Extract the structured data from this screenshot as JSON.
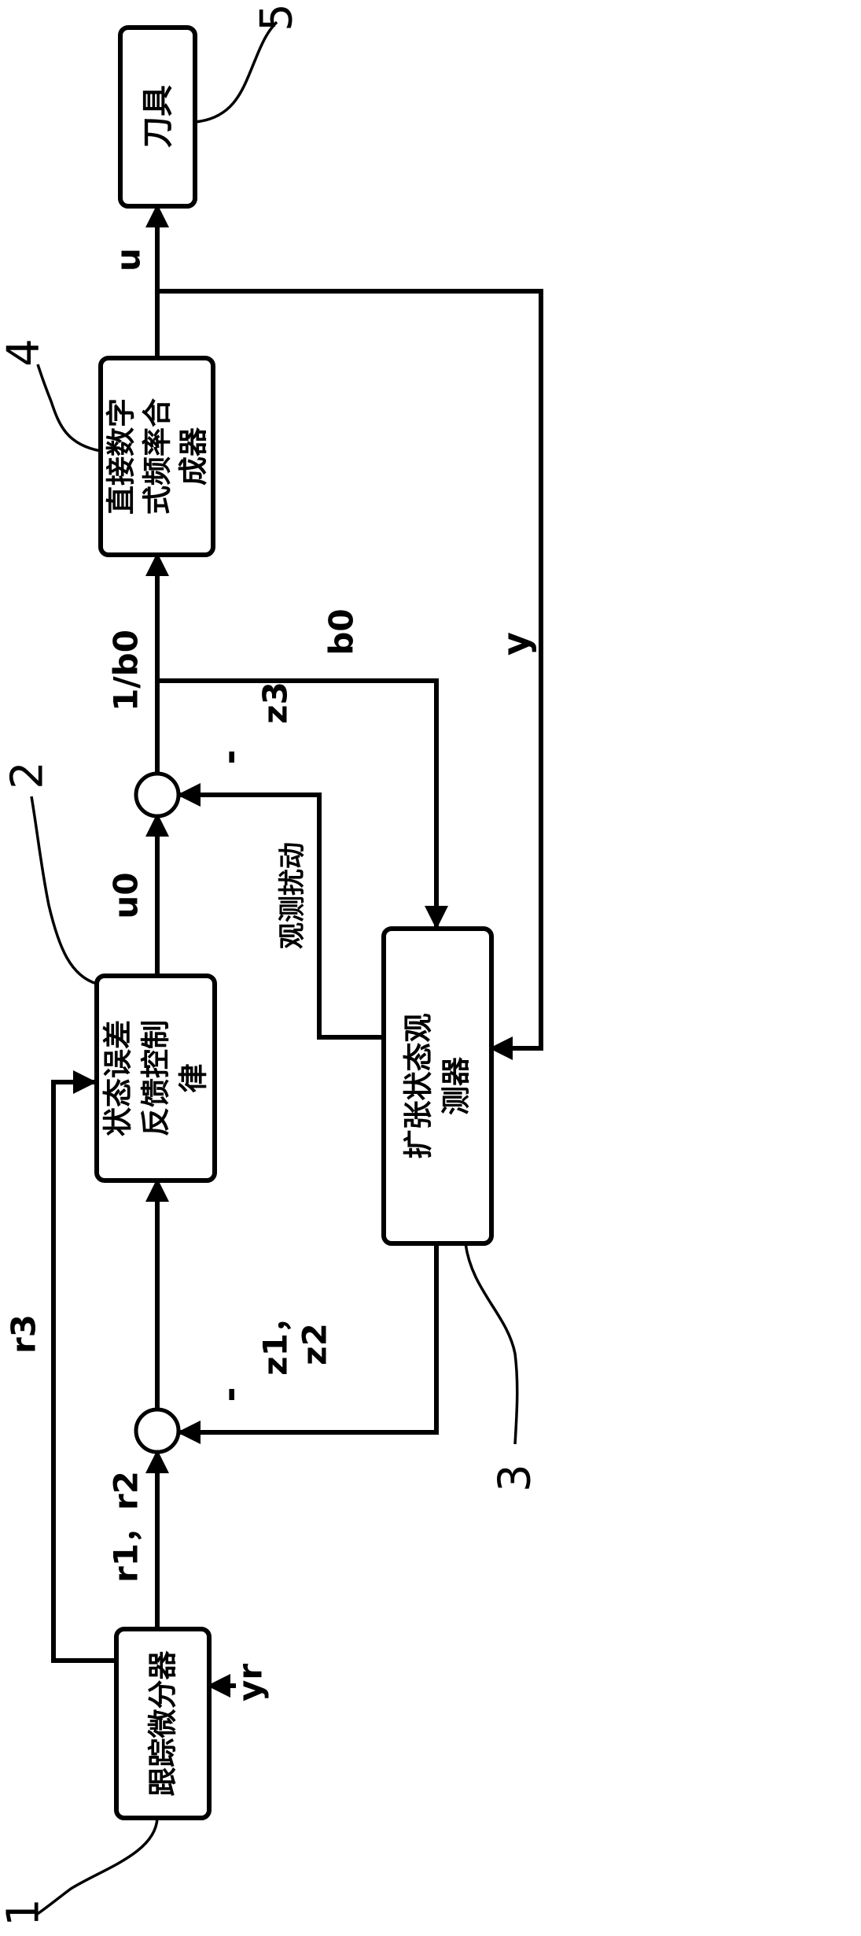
{
  "blocks": {
    "tracking_differentiator": "跟踪微分器",
    "state_error_feedback_1": "状态误差",
    "state_error_feedback_2": "反馈控制",
    "state_error_feedback_3": "律",
    "eso_1": "扩张状态观",
    "eso_2": "测器",
    "dds_1": "直接数字",
    "dds_2": "式频率合",
    "dds_3": "成器",
    "tool": "刀具"
  },
  "signals": {
    "yr": "yr",
    "r1r2": "r1，r2",
    "r3": "r3",
    "minus1": "-",
    "z1": "z1，",
    "z2": "z2",
    "u0": "u0",
    "minus2": "-",
    "z3": "z3",
    "disturbance": "观测扰动",
    "inv_b0": "1/b0",
    "b0": "b0",
    "y": "y",
    "u": "u"
  },
  "callouts": {
    "c1": "1",
    "c2": "2",
    "c3": "3",
    "c4": "4",
    "c5": "5"
  }
}
